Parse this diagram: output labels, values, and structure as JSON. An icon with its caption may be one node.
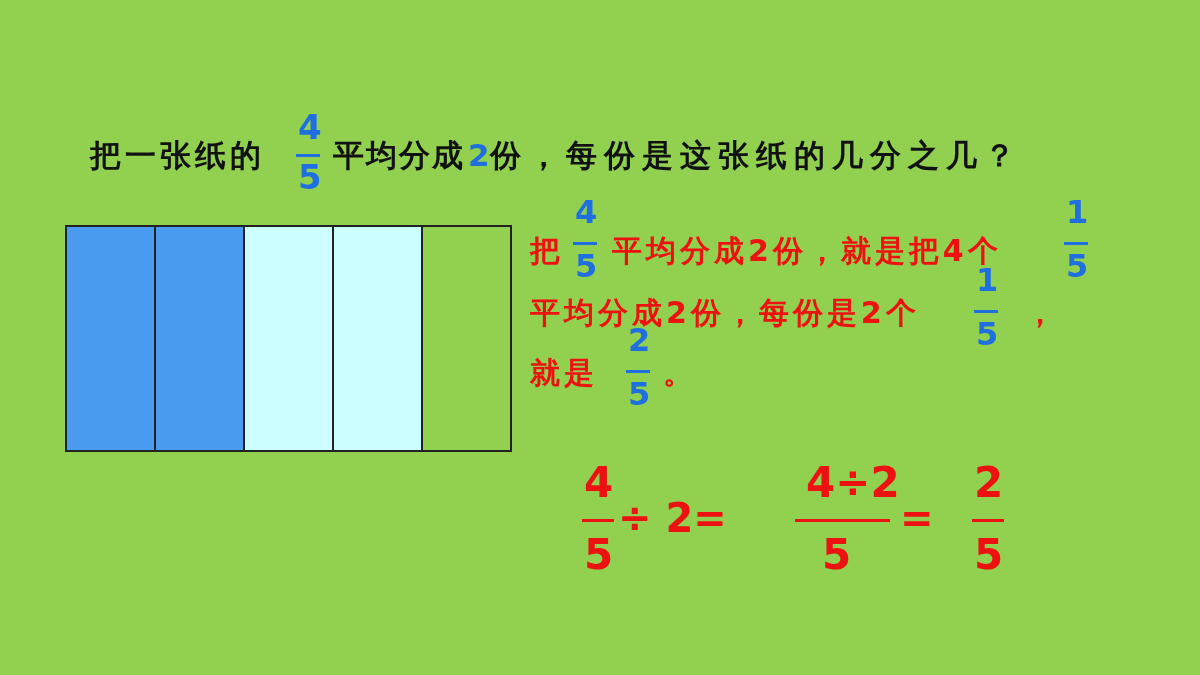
{
  "diagram": {
    "nodes": [
      {
        "text": [],
        "shape": "box"
      },
      {
        "text": [],
        "shape": "box"
      },
      {
        "text": [],
        "shape": "box"
      },
      {
        "text": [],
        "shape": "box"
      },
      {
        "text": [],
        "shape": "box"
      }
    ],
    "labels": [
      "把一张纸的",
      "4",
      "5",
      "平均分成",
      "2",
      "份，每份是这张纸的几分之几？",
      "把",
      "4",
      "5",
      "平均分成2份，就是把4个",
      "1",
      "5",
      "平均分成2份，每份是2个",
      "1",
      "5",
      "，",
      "就是",
      "2",
      "5",
      "。",
      "4",
      "5",
      "÷ 2=",
      "4÷2",
      "5",
      "=",
      "2",
      "5"
    ]
  }
}
